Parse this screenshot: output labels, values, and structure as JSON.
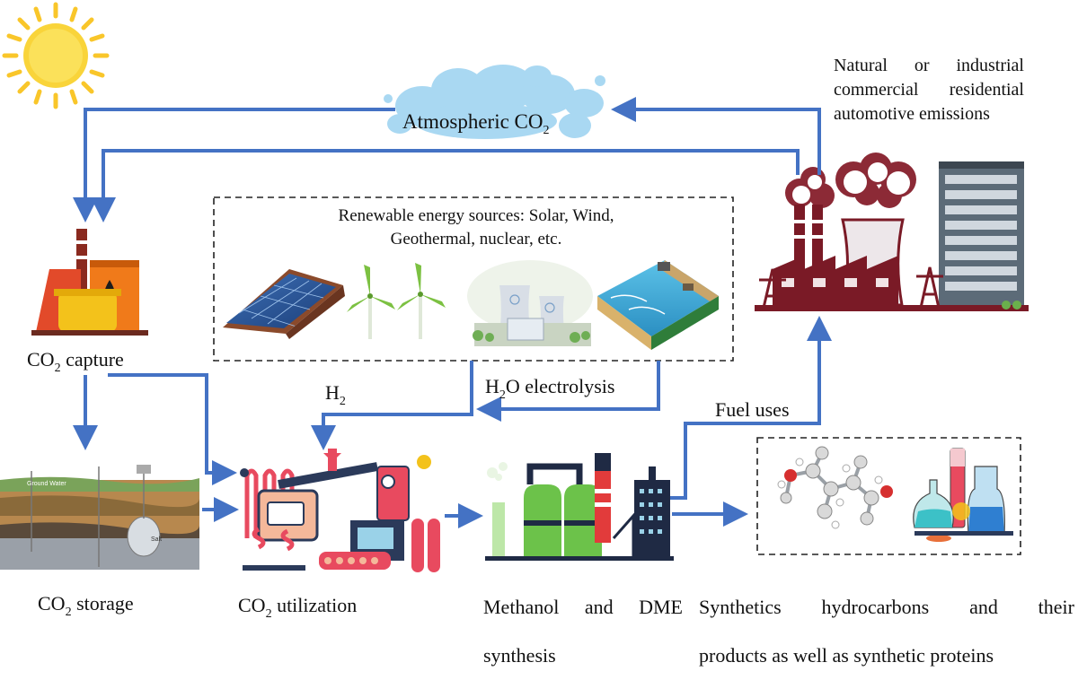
{
  "labels": {
    "atmospheric_main": "Atmospheric CO",
    "atmospheric_sub": "2",
    "emissions_line1": "Natural or industrial",
    "emissions_line2": "commercial residential",
    "emissions_line3": "automotive emissions",
    "renewable_line1": "Renewable energy sources: Solar, Wind,",
    "renewable_line2": "Geothermal, nuclear, etc.",
    "capture_pre": "CO",
    "capture_sub": "2",
    "capture_post": " capture",
    "storage_pre": "CO",
    "storage_sub": "2",
    "storage_post": " storage",
    "utilization_pre": "CO",
    "utilization_sub": "2",
    "utilization_post": " utilization",
    "h2_pre": "H",
    "h2_sub": "2",
    "electrolysis_pre": "H",
    "electrolysis_sub": "2",
    "electrolysis_post": "O electrolysis",
    "fuel_uses": "Fuel uses",
    "methanol_line1": "Methanol and DME",
    "methanol_line2": "synthesis",
    "synthetics_line1": "Synthetics hydrocarbons and their",
    "synthetics_line2": "products as well as synthetic proteins",
    "storage_ground_label": "Ground Water",
    "storage_salt_label": "Salt"
  },
  "colors": {
    "arrow": "#4472c4",
    "cloud": "#a9d8f2",
    "sun": "#f9d43a",
    "factory": "#7a1a26",
    "smoke": "#8c2a36",
    "tank_green": "#6cc24a",
    "tank_navy": "#1f2a44",
    "tank_red": "#e23b3b",
    "machine_red": "#e84a5f",
    "machine_navy": "#2b3a5a",
    "sea": "#3fa9d6",
    "building": "#5c6b78"
  }
}
